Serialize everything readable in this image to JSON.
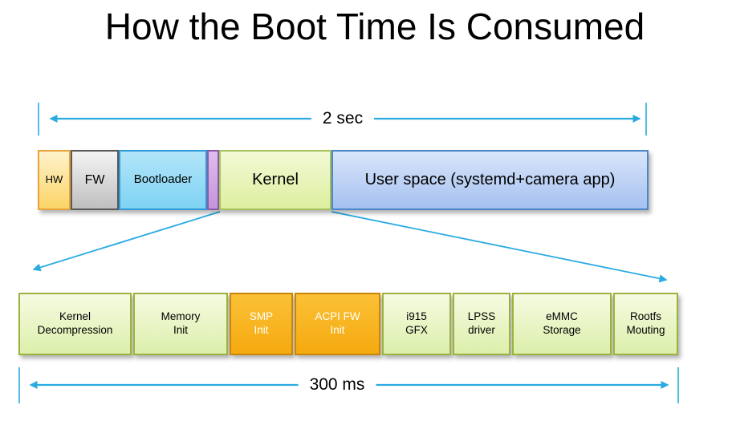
{
  "title": "How the Boot Time Is Consumed",
  "measures": {
    "top": {
      "label": "2 sec"
    },
    "bottom": {
      "label": "300 ms"
    }
  },
  "top_bar": {
    "segments": [
      {
        "label": "HW"
      },
      {
        "label": "FW"
      },
      {
        "label": "Bootloader"
      },
      {
        "label": ""
      },
      {
        "label": "Kernel"
      },
      {
        "label": "User space (systemd+camera app)"
      }
    ]
  },
  "bottom_bar": {
    "segments": [
      {
        "label": "Kernel\nDecompression"
      },
      {
        "label": "Memory\nInit"
      },
      {
        "label": "SMP\nInit"
      },
      {
        "label": "ACPI FW\nInit"
      },
      {
        "label": "i915\nGFX"
      },
      {
        "label": "LPSS\ndriver"
      },
      {
        "label": "eMMC\nStorage"
      },
      {
        "label": "Rootfs\nMouting"
      }
    ]
  },
  "colors": {
    "arrow-blue": "#29ABE2",
    "hw-fill": "#FBD466",
    "hw-border": "#E8A33D",
    "fw-fill": "#BFBFBF",
    "fw-border": "#595959",
    "bootloader-fill": "#7ED3F3",
    "bootloader-border": "#2F9BD8",
    "purple-fill": "#C394DC",
    "purple-border": "#8E5BA6",
    "kernel-fill": "#DDEF9F",
    "kernel-border": "#A6C25C",
    "userspace-fill": "#A5C1F0",
    "userspace-border": "#4A86C8",
    "green-fill": "#DCEFAB",
    "green-border": "#9CB23E",
    "orange-fill": "#F5A90F",
    "orange-border": "#C8860A"
  }
}
